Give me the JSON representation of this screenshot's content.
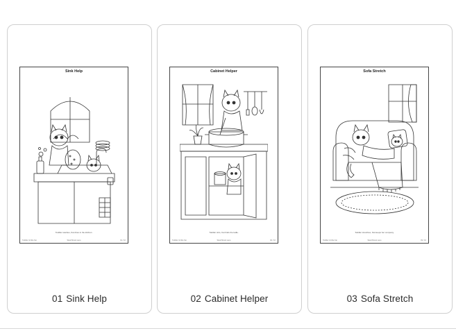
{
  "cards": [
    {
      "number": "01",
      "title": "Sink Help",
      "sheet_title": "Sink Help",
      "caption": "Toddler washes, Kai dries in the kitchen.",
      "footer_left": "Toddler & little Kai",
      "footer_center": "Sketchbook Lane",
      "footer_right": "01 / 10"
    },
    {
      "number": "02",
      "title": "Cabinet Helper",
      "sheet_title": "Cabinet Helper",
      "caption": "Toddler stirs, Kai finds the ladle.",
      "footer_left": "Toddler & little Kai",
      "footer_center": "Sketchbook Lane",
      "footer_right": "02 / 10"
    },
    {
      "number": "03",
      "title": "Sofa Stretch",
      "sheet_title": "Sofa Stretch",
      "caption": "Toddler stretches, Kai keeps her company.",
      "footer_left": "Toddler & little Kai",
      "footer_center": "Sketchbook Lane",
      "footer_right": "03 / 10"
    }
  ]
}
